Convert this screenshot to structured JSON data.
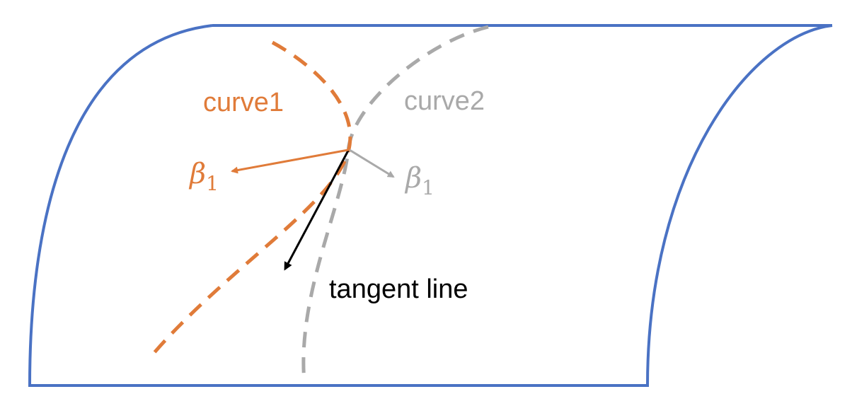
{
  "labels": {
    "curve1": "curve1",
    "curve2": "curve2",
    "beta_orange": "β",
    "beta_orange_sub": "1",
    "beta_gray": "β",
    "beta_gray_sub": "1",
    "tangent": "tangent line"
  },
  "colors": {
    "surface": "#4a72c4",
    "curve1": "#e07b39",
    "curve2": "#a9a9a9",
    "tangent": "#000000",
    "background": "#ffffff"
  }
}
